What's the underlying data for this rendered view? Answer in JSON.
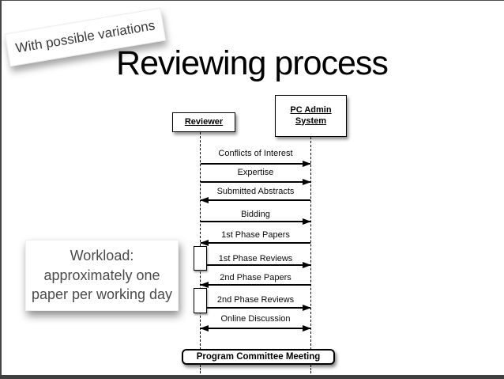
{
  "slide": {
    "sticky_note": {
      "text": "With possible variations"
    },
    "title": "Reviewing process",
    "workload_note": {
      "lines": [
        "Workload:",
        "approximately one",
        "paper per working day"
      ]
    },
    "diagram": {
      "actors": [
        {
          "id": "reviewer",
          "label": "Reviewer",
          "label_lines": [
            "Reviewer"
          ]
        },
        {
          "id": "pc-admin-system",
          "label": "PC Admin System",
          "label_lines": [
            "PC Admin",
            "System"
          ]
        }
      ],
      "messages": [
        {
          "label": "Conflicts of Interest",
          "from": "Reviewer",
          "to": "PC Admin System",
          "direction": "right"
        },
        {
          "label": "Expertise",
          "from": "Reviewer",
          "to": "PC Admin System",
          "direction": "right"
        },
        {
          "label": "Submitted Abstracts",
          "from": "PC Admin System",
          "to": "Reviewer",
          "direction": "left"
        },
        {
          "label": "Bidding",
          "from": "Reviewer",
          "to": "PC Admin System",
          "direction": "right"
        },
        {
          "label": "1st Phase Papers",
          "from": "PC Admin System",
          "to": "Reviewer",
          "direction": "left"
        },
        {
          "label": "1st Phase Reviews",
          "from": "Reviewer",
          "to": "PC Admin System",
          "direction": "right"
        },
        {
          "label": "2nd Phase Papers",
          "from": "PC Admin System",
          "to": "Reviewer",
          "direction": "left"
        },
        {
          "label": "2nd Phase Reviews",
          "from": "Reviewer",
          "to": "PC Admin System",
          "direction": "right"
        },
        {
          "label": "Online Discussion",
          "from": "Reviewer",
          "to": "PC Admin System",
          "direction": "both"
        }
      ],
      "footer_box": {
        "label": "Program Committee Meeting"
      }
    },
    "colors": {
      "ink": "#000000",
      "note_text": "#4a4a4a",
      "edge_bar": "#3f3f3f",
      "background": "#ffffff"
    }
  }
}
